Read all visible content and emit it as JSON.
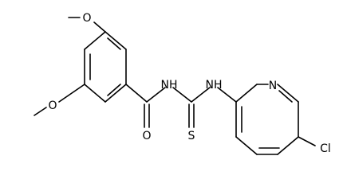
{
  "diagram": {
    "type": "chemical-structure",
    "atoms": {
      "methoxy_top": "O",
      "methoxy_bottom": "O",
      "carbonyl_o": "O",
      "amide_nh": "NH",
      "thioamide_nh": "NH",
      "thione_s": "S",
      "pyridine_n": "N",
      "chlorine": "Cl"
    }
  }
}
